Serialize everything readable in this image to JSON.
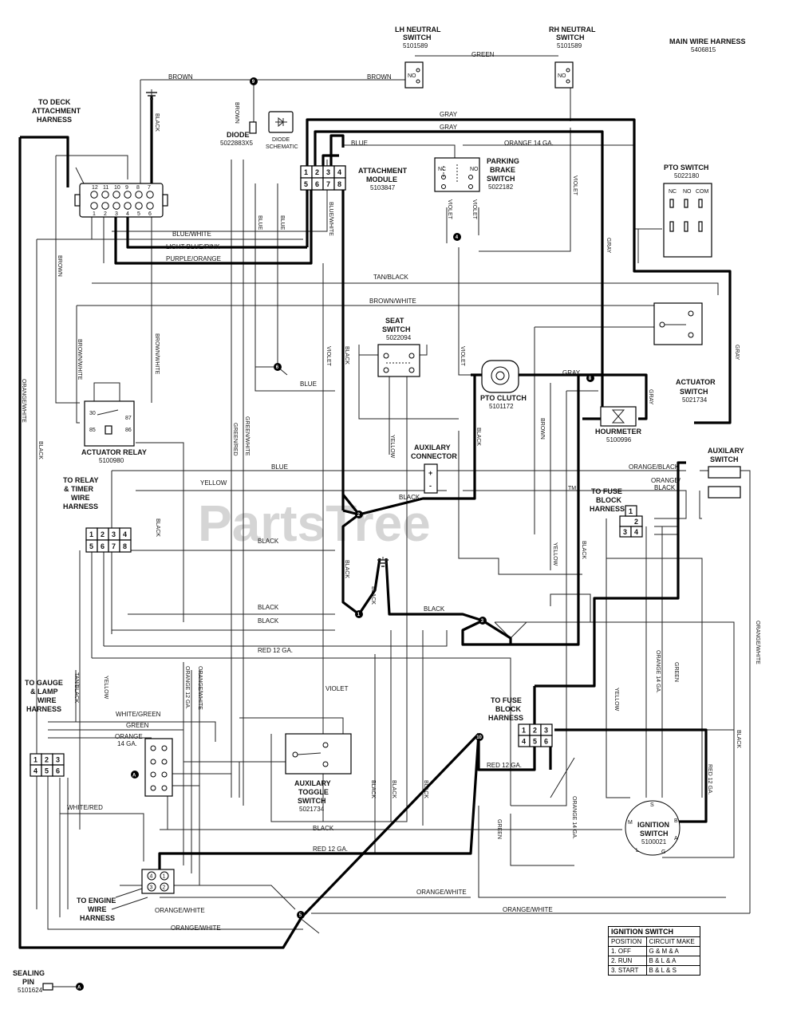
{
  "watermark": "PartsTree",
  "watermark_tm": "TM",
  "main_harness": {
    "title": "MAIN WIRE HARNESS",
    "part": "5406815"
  },
  "lh_neutral": {
    "title1": "LH NEUTRAL",
    "title2": "SWITCH",
    "part": "5101589",
    "contact": "NO"
  },
  "rh_neutral": {
    "title1": "RH NEUTRAL",
    "title2": "SWITCH",
    "part": "5101589",
    "contact": "NO"
  },
  "deck": {
    "t1": "TO DECK",
    "t2": "ATTACHMENT",
    "t3": "HARNESS",
    "top_pins": [
      "12",
      "11",
      "10",
      "9",
      "8",
      "7"
    ],
    "bottom_pins": [
      "1",
      "2",
      "3",
      "4",
      "5",
      "6"
    ]
  },
  "diode": {
    "title": "DIODE",
    "part": "5022883X5",
    "schem1": "DIODE",
    "schem2": "SCHEMATIC"
  },
  "attachment_module": {
    "t1": "ATTACHMENT",
    "t2": "MODULE",
    "part": "5103847",
    "pins_top": [
      "1",
      "2",
      "3",
      "4"
    ],
    "pins_bottom": [
      "5",
      "6",
      "7",
      "8"
    ]
  },
  "parking_brake": {
    "t1": "PARKING",
    "t2": "BRAKE",
    "t3": "SWITCH",
    "part": "5022182",
    "nc": "NC",
    "no": "NO"
  },
  "pto_switch": {
    "title": "PTO SWITCH",
    "part": "5022180",
    "nc": "NC",
    "no": "NO",
    "com": "COM"
  },
  "seat_switch": {
    "t1": "SEAT",
    "t2": "SWITCH",
    "part": "5022094"
  },
  "actuator_relay": {
    "title": "ACTUATOR RELAY",
    "part": "5100980",
    "p30": "30",
    "p87": "87",
    "p85": "85",
    "p86": "86"
  },
  "pto_clutch": {
    "title": "PTO CLUTCH",
    "part": "5101172"
  },
  "hourmeter": {
    "title": "HOURMETER",
    "part": "5100996"
  },
  "actuator_switch": {
    "t1": "ACTUATOR",
    "t2": "SWITCH",
    "part": "5021734"
  },
  "aux_connector": {
    "t1": "AUXILARY",
    "t2": "CONNECTOR",
    "plus": "+",
    "minus": "-"
  },
  "aux_switch": {
    "t1": "AUXILARY",
    "t2": "SWITCH"
  },
  "relay_timer": {
    "t1": "TO RELAY",
    "t2": "& TIMER",
    "t3": "WIRE",
    "t4": "HARNESS",
    "pins": [
      "1",
      "2",
      "3",
      "4",
      "5",
      "6",
      "7",
      "8"
    ]
  },
  "fuse_block_upper": {
    "t1": "TO FUSE",
    "t2": "BLOCK",
    "t3": "HARNESS",
    "pins": [
      "1",
      "2",
      "3",
      "4"
    ]
  },
  "fuse_block_lower": {
    "t1": "TO FUSE",
    "t2": "BLOCK",
    "t3": "HARNESS",
    "pins": [
      "1",
      "2",
      "3",
      "4",
      "5",
      "6"
    ]
  },
  "gauge": {
    "t1": "TO GAUGE",
    "t2": "& LAMP",
    "t3": "WIRE",
    "t4": "HARNESS",
    "pins": [
      "1",
      "2",
      "3",
      "4",
      "5",
      "6"
    ]
  },
  "aux_toggle": {
    "t1": "AUXILARY",
    "t2": "TOGGLE",
    "t3": "SWITCH",
    "part": "5021734"
  },
  "engine": {
    "t1": "TO ENGINE",
    "t2": "WIRE",
    "t3": "HARNESS",
    "pins": [
      "4",
      "1",
      "3",
      "2"
    ]
  },
  "ignition": {
    "t1": "IGNITION",
    "t2": "SWITCH",
    "part": "5100021",
    "terms": [
      "S",
      "M",
      "B",
      "A",
      "L",
      "G"
    ]
  },
  "sealing_pin": {
    "t1": "SEALING",
    "t2": "PIN",
    "part": "5101624",
    "mark": "A"
  },
  "marker_a": "A",
  "nodes": [
    "9",
    "4",
    "6",
    "8",
    "2",
    "1",
    "3",
    "10",
    "5"
  ],
  "wires": {
    "brown": "BROWN",
    "green": "GREEN",
    "gray": "GRAY",
    "black": "BLACK",
    "blue": "BLUE",
    "violet": "VIOLET",
    "yellow": "YELLOW",
    "orange14": "ORANGE 14 GA.",
    "blue_white": "BLUE/WHITE",
    "light_blue_pink": "LIGHT BLUE/PINK",
    "purple_orange": "PURPLE/ORANGE",
    "tan_black": "TAN/BLACK",
    "brown_white": "BROWN/WHITE",
    "orange_white": "ORANGE/WHITE",
    "green_red": "GREEN/RED",
    "green_white": "GREEN/WHITE",
    "orange_black": "ORANGE/BLACK",
    "orange_slash": "ORANGE/",
    "black_solo": "BLACK",
    "red12": "RED 12 GA.",
    "orange12": "ORANGE 12 GA.",
    "white_green": "WHITE/GREEN",
    "orange_stack1": "ORANGE",
    "orange_stack2": "14 GA.",
    "white_red": "WHITE/RED",
    "orange_white_v": "ORANGE/WHITE"
  },
  "ignition_table": {
    "title": "IGNITION SWITCH",
    "headers": [
      "POSITION",
      "CIRCUIT MAKE"
    ],
    "rows": [
      [
        "1. OFF",
        "G & M & A"
      ],
      [
        "2. RUN",
        "B & L & A"
      ],
      [
        "3. START",
        "B & L & S"
      ]
    ]
  }
}
